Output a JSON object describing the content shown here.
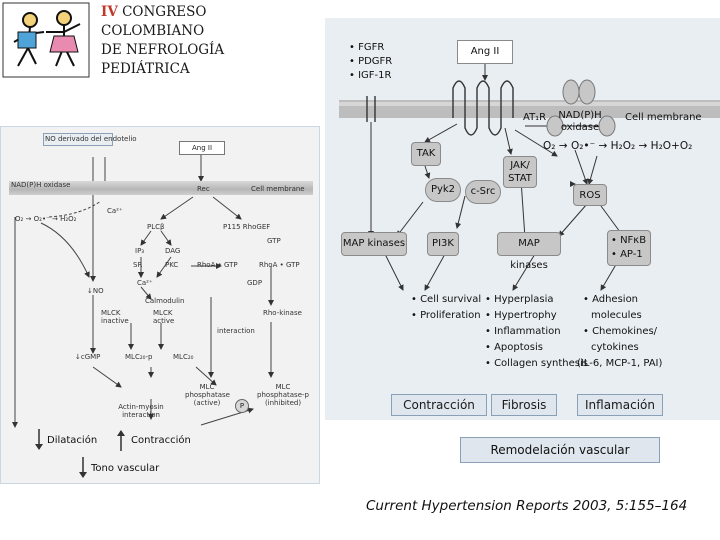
{
  "header": {
    "roman": "IV",
    "line1": "CONGRESO",
    "line2": "COLOMBIANO",
    "line3": "DE NEFROLOGÍA",
    "line4": "PEDIÁTRICA"
  },
  "left_panel": {
    "top_label": "NO derivado del endotelio",
    "ang_label": "Ang II",
    "nadph_label": "NAD(P)H oxidase",
    "cell_membrane": "Cell membrane",
    "rec_label": "Rec",
    "ca_label": "Ca²⁺",
    "superoxide": "O₂ → O₂•⁻ → H₂O₂",
    "plc": "PLCβ",
    "p115": "P115 RhoGEF",
    "ip3": "IP₃",
    "dag": "DAG",
    "gtp": "GTP",
    "sr": "SR",
    "pkc": "PKC",
    "rhoa_gtp1": "RhoA • GTP",
    "rhoa_gtp2": "RhoA • GTP",
    "gdp": "GDP",
    "ca2": "Ca²⁺",
    "calmodulin": "Calmodulin",
    "no_down": "↓NO",
    "mlck_inactive": "MLCK inactive",
    "mlck_active": "MLCK active",
    "rho_kinase": "Rho-kinase",
    "interaction": "interaction",
    "cgmp": "↓cGMP",
    "mlc20p": "MLC₂₀-p",
    "mlc20": "MLC₂₀",
    "mlc_phos_active": "MLC phosphatase (active)",
    "p_label": "P",
    "mlc_phos_inhib": "MLC phosphatase-p (inhibited)",
    "actin_myosin": "Actin-myosin interaction",
    "dilatacion": "Dilatación",
    "contraccion": "Contracción",
    "tono": "Tono vascular"
  },
  "right_panel": {
    "growth_factors": [
      "• FGFR",
      "• PDGFR",
      "• IGF-1R"
    ],
    "ang_label": "Ang II",
    "at1r": "AT₁R",
    "nadph": "NAD(P)H oxidase",
    "cell_membrane": "Cell membrane",
    "tak": "TAK",
    "jak": "JAK/ STAT",
    "superoxide": "O₂ → O₂•⁻ → H₂O₂ → H₂O+O₂",
    "pyk2": "Pyk2",
    "csrc": "c-Src",
    "ros": "ROS",
    "map1": "MAP kinases",
    "pi3k": "PI3K",
    "map2": "MAP kinases",
    "nfkb": "• NFκB",
    "ap1": "• AP-1",
    "col1": [
      "• Cell survival",
      "• Proliferation"
    ],
    "col2": [
      "• Hyperplasia",
      "• Hypertrophy",
      "• Inflammation",
      "• Apoptosis",
      "• Collagen synthesis"
    ],
    "col3": [
      "• Adhesion",
      "molecules",
      "• Chemokines/",
      "cytokines",
      "(IL-6, MCP-1, PAI)"
    ],
    "outcomes": [
      "Contracción",
      "Fibrosis",
      "Inflamación"
    ]
  },
  "remodel": "Remodelación vascular",
  "citation": "Current Hypertension Reports 2003, 5:155–164"
}
